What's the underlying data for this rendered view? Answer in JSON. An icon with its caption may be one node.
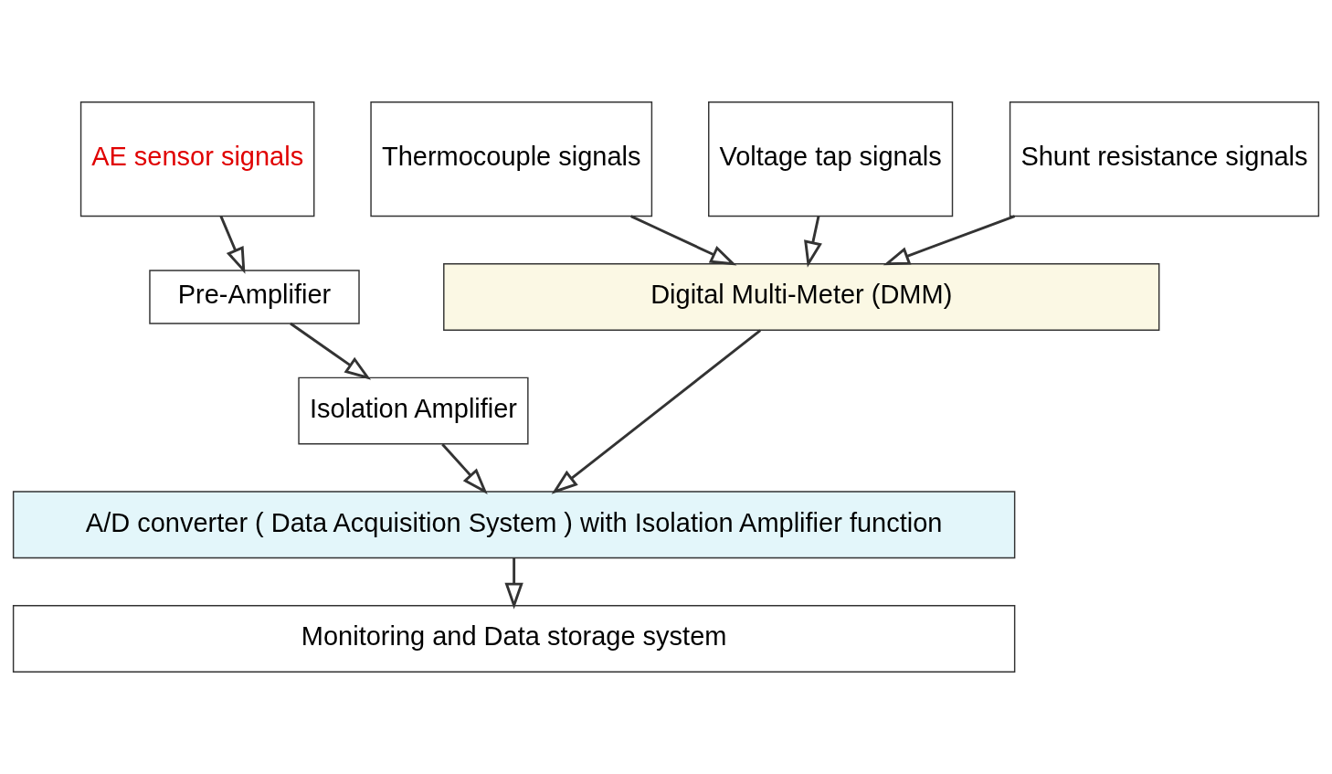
{
  "diagram": {
    "nodes": [
      {
        "text": [
          "AE sensor signals"
        ]
      },
      {
        "text": [
          "Thermocouple signals"
        ]
      },
      {
        "text": [
          "Voltage tap signals"
        ]
      },
      {
        "text": [
          "Shunt resistance signals"
        ]
      },
      {
        "text": [
          "Pre-Amplifier"
        ]
      },
      {
        "text": [
          "Digital Multi-Meter (DMM)"
        ]
      },
      {
        "text": [
          "Isolation Amplifier"
        ]
      },
      {
        "text": [
          "A/D converter ( Data Acquisition System ) with Isolation Amplifier function"
        ]
      },
      {
        "text": [
          "Monitoring and Data storage system"
        ]
      }
    ],
    "edges": [
      {
        "from": 0,
        "to": 4,
        "arrow": "to"
      },
      {
        "from": 1,
        "to": 5,
        "arrow": "to"
      },
      {
        "from": 2,
        "to": 5,
        "arrow": "to"
      },
      {
        "from": 3,
        "to": 5,
        "arrow": "to"
      },
      {
        "from": 4,
        "to": 6,
        "arrow": "to"
      },
      {
        "from": 6,
        "to": 7,
        "arrow": "to"
      },
      {
        "from": 5,
        "to": 7,
        "arrow": "to"
      },
      {
        "from": 7,
        "to": 8,
        "arrow": "to"
      }
    ]
  }
}
